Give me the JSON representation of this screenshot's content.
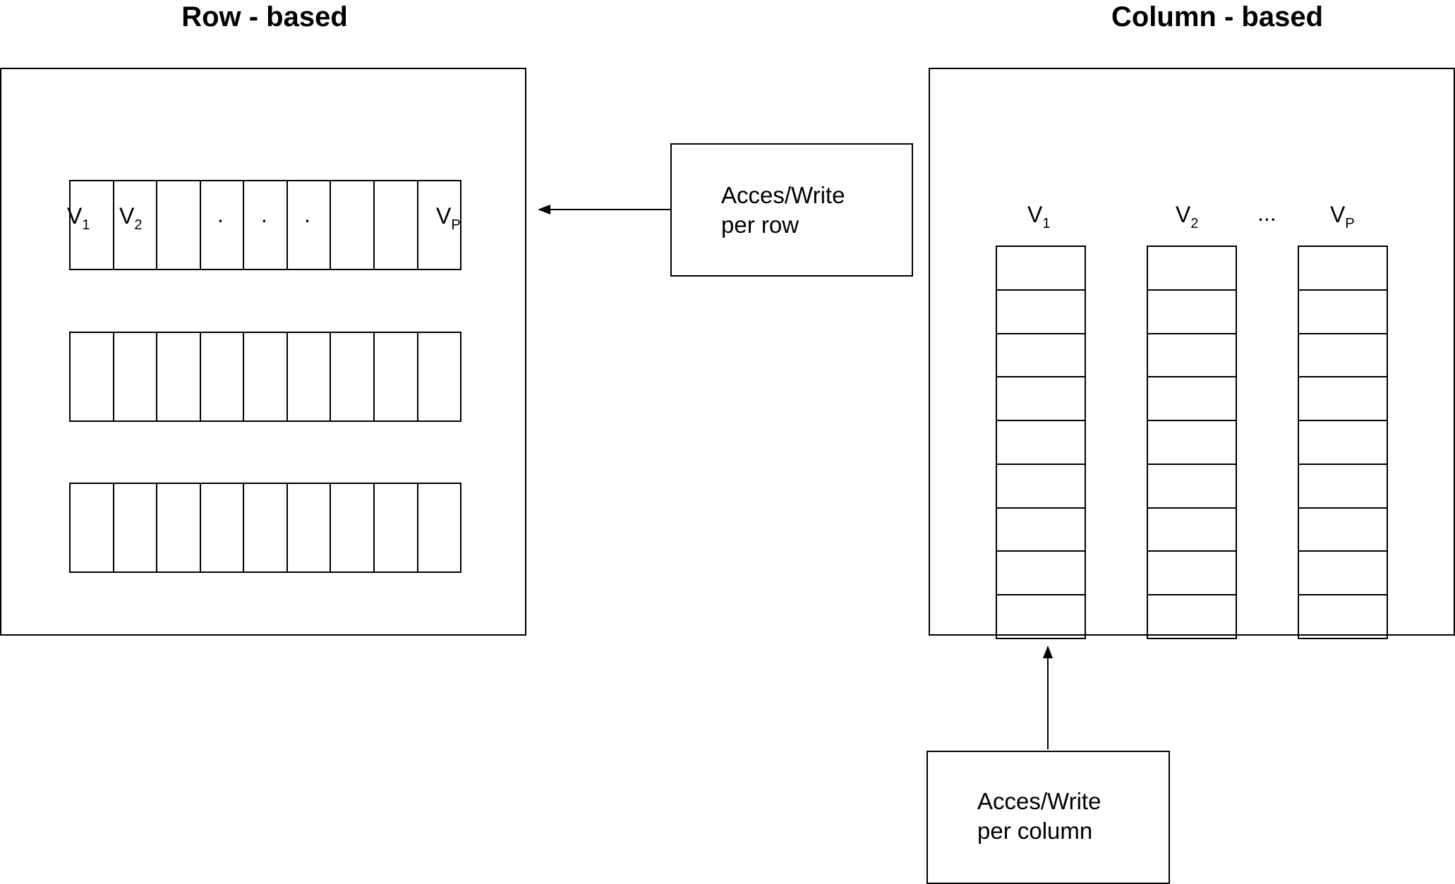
{
  "row_based": {
    "title": "Row - based",
    "var_first": "V",
    "var_first_sub": "1",
    "var_second": "V",
    "var_second_sub": "2",
    "ellipsis_dots": [
      ".",
      ".",
      "."
    ],
    "var_last": "V",
    "var_last_sub": "P",
    "rows": 3,
    "cells_per_row": 9
  },
  "column_based": {
    "title": "Column - based",
    "columns": [
      {
        "label": "V",
        "sub": "1"
      },
      {
        "label": "V",
        "sub": "2"
      },
      {
        "label": "V",
        "sub": "P"
      }
    ],
    "ellipsis": "...",
    "cells_per_column": 9
  },
  "notes": {
    "row": "Acces/Write\nper row",
    "column": "Acces/Write\nper column"
  }
}
